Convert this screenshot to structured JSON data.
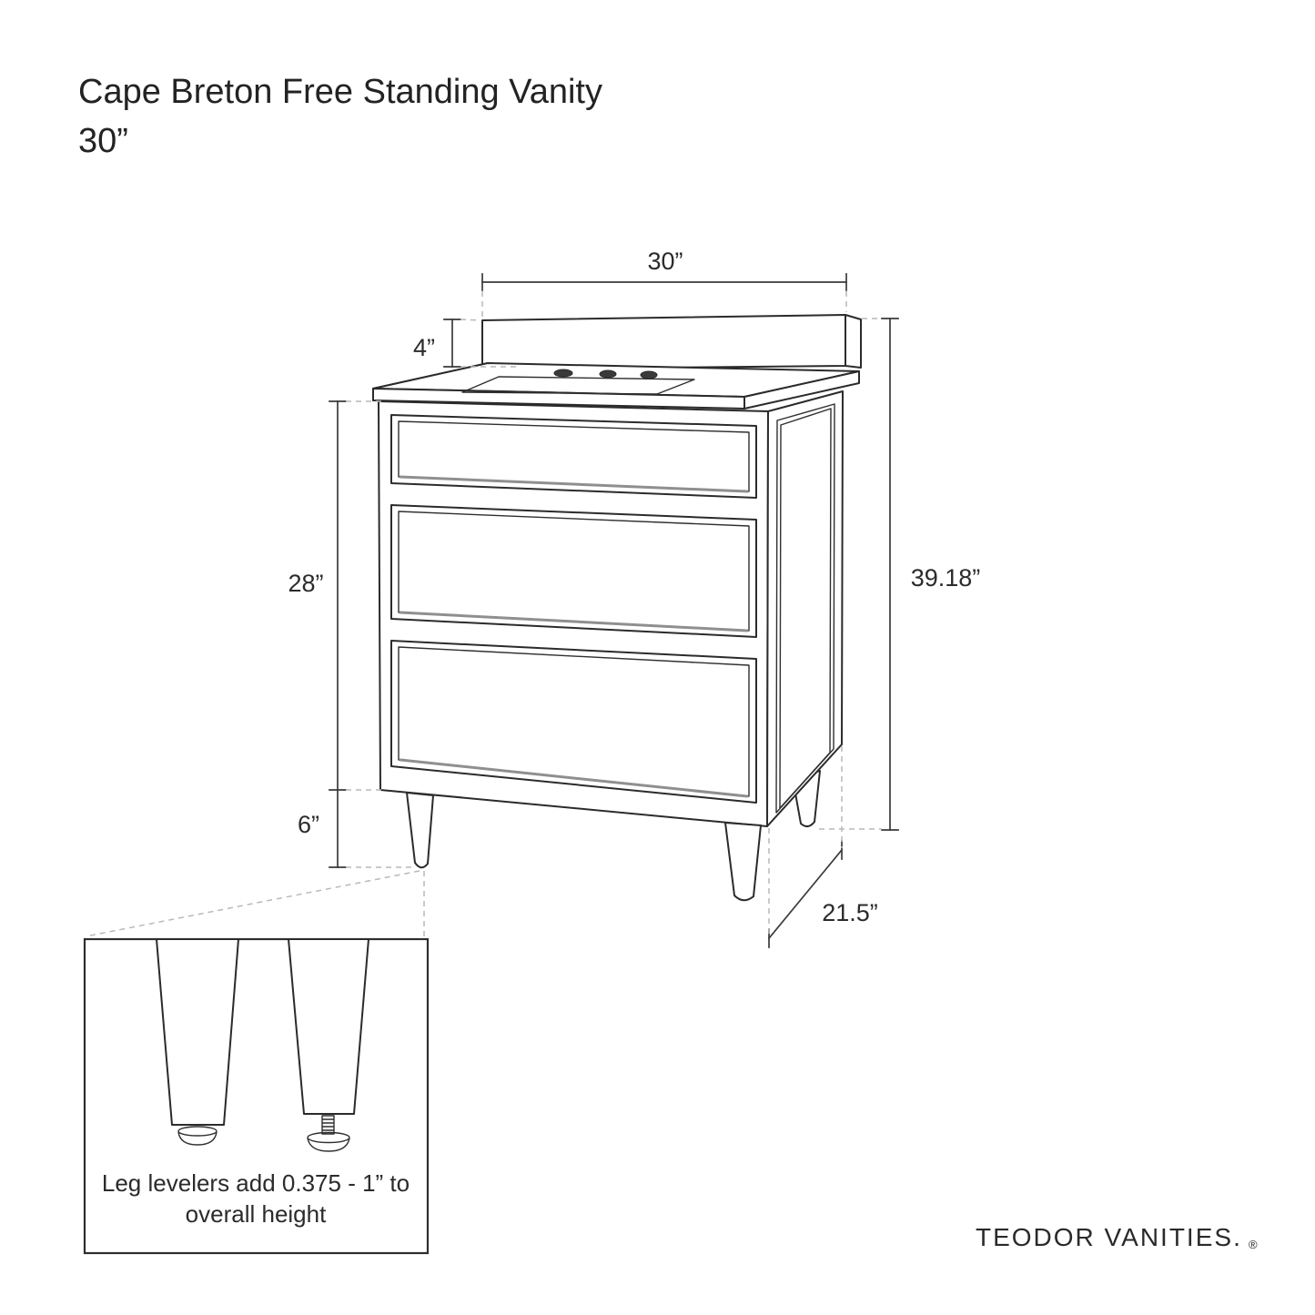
{
  "title": {
    "line1": "Cape Breton Free Standing Vanity",
    "line2": "30”"
  },
  "dimensions": {
    "width": "30”",
    "backsplash_height": "4”",
    "cabinet_height": "28”",
    "leg_height": "6”",
    "overall_height": "39.18”",
    "depth": "21.5”"
  },
  "callout": {
    "note_line1": "Leg levelers add 0.375 - 1” to",
    "note_line2": "overall height"
  },
  "brand": {
    "name": "TEODOR VANITIES.",
    "registered_mark": "®"
  },
  "colors": {
    "outline": "#2b2b2b",
    "dimension_line": "#3a3a3a",
    "dashed_extension": "#b9b9b9",
    "background": "#ffffff",
    "text": "#232323"
  }
}
